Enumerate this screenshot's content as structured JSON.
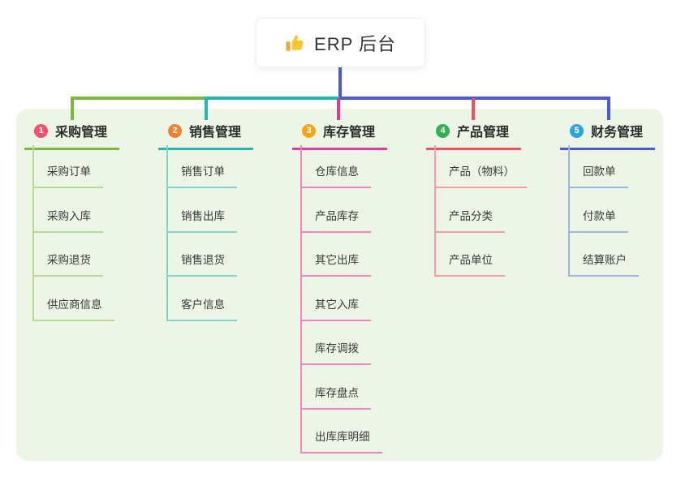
{
  "root": {
    "title": "ERP 后台",
    "icon": "thumbs-up"
  },
  "panel_color": "#edf6e6",
  "connector": {
    "trunk_color": "#4a5bd2"
  },
  "branches": [
    {
      "badge": "1",
      "title": "采购管理",
      "badge_color": "#f4516c",
      "line_color": "#7db83d",
      "item_line_color": "#b7da92",
      "items": [
        "采购订单",
        "采购入库",
        "采购退货",
        "供应商信息"
      ]
    },
    {
      "badge": "2",
      "title": "销售管理",
      "badge_color": "#f5812c",
      "line_color": "#24b8ab",
      "item_line_color": "#84d5c9",
      "items": [
        "销售订单",
        "销售出库",
        "销售退货",
        "客户信息"
      ]
    },
    {
      "badge": "3",
      "title": "库存管理",
      "badge_color": "#f9a51b",
      "line_color": "#e23a98",
      "item_line_color": "#ef86c0",
      "items": [
        "仓库信息",
        "产品库存",
        "其它出库",
        "其它入库",
        "库存调拨",
        "库存盘点",
        "出库库明细"
      ]
    },
    {
      "badge": "4",
      "title": "产品管理",
      "badge_color": "#2eb34f",
      "line_color": "#f2505e",
      "item_line_color": "#f79ca3",
      "items": [
        "产品（物料）",
        "产品分类",
        "产品单位"
      ]
    },
    {
      "badge": "5",
      "title": "财务管理",
      "badge_color": "#2aa6df",
      "line_color": "#4a5bd2",
      "item_line_color": "#9fb4de",
      "items": [
        "回款单",
        "付款单",
        "结算账户"
      ]
    }
  ]
}
